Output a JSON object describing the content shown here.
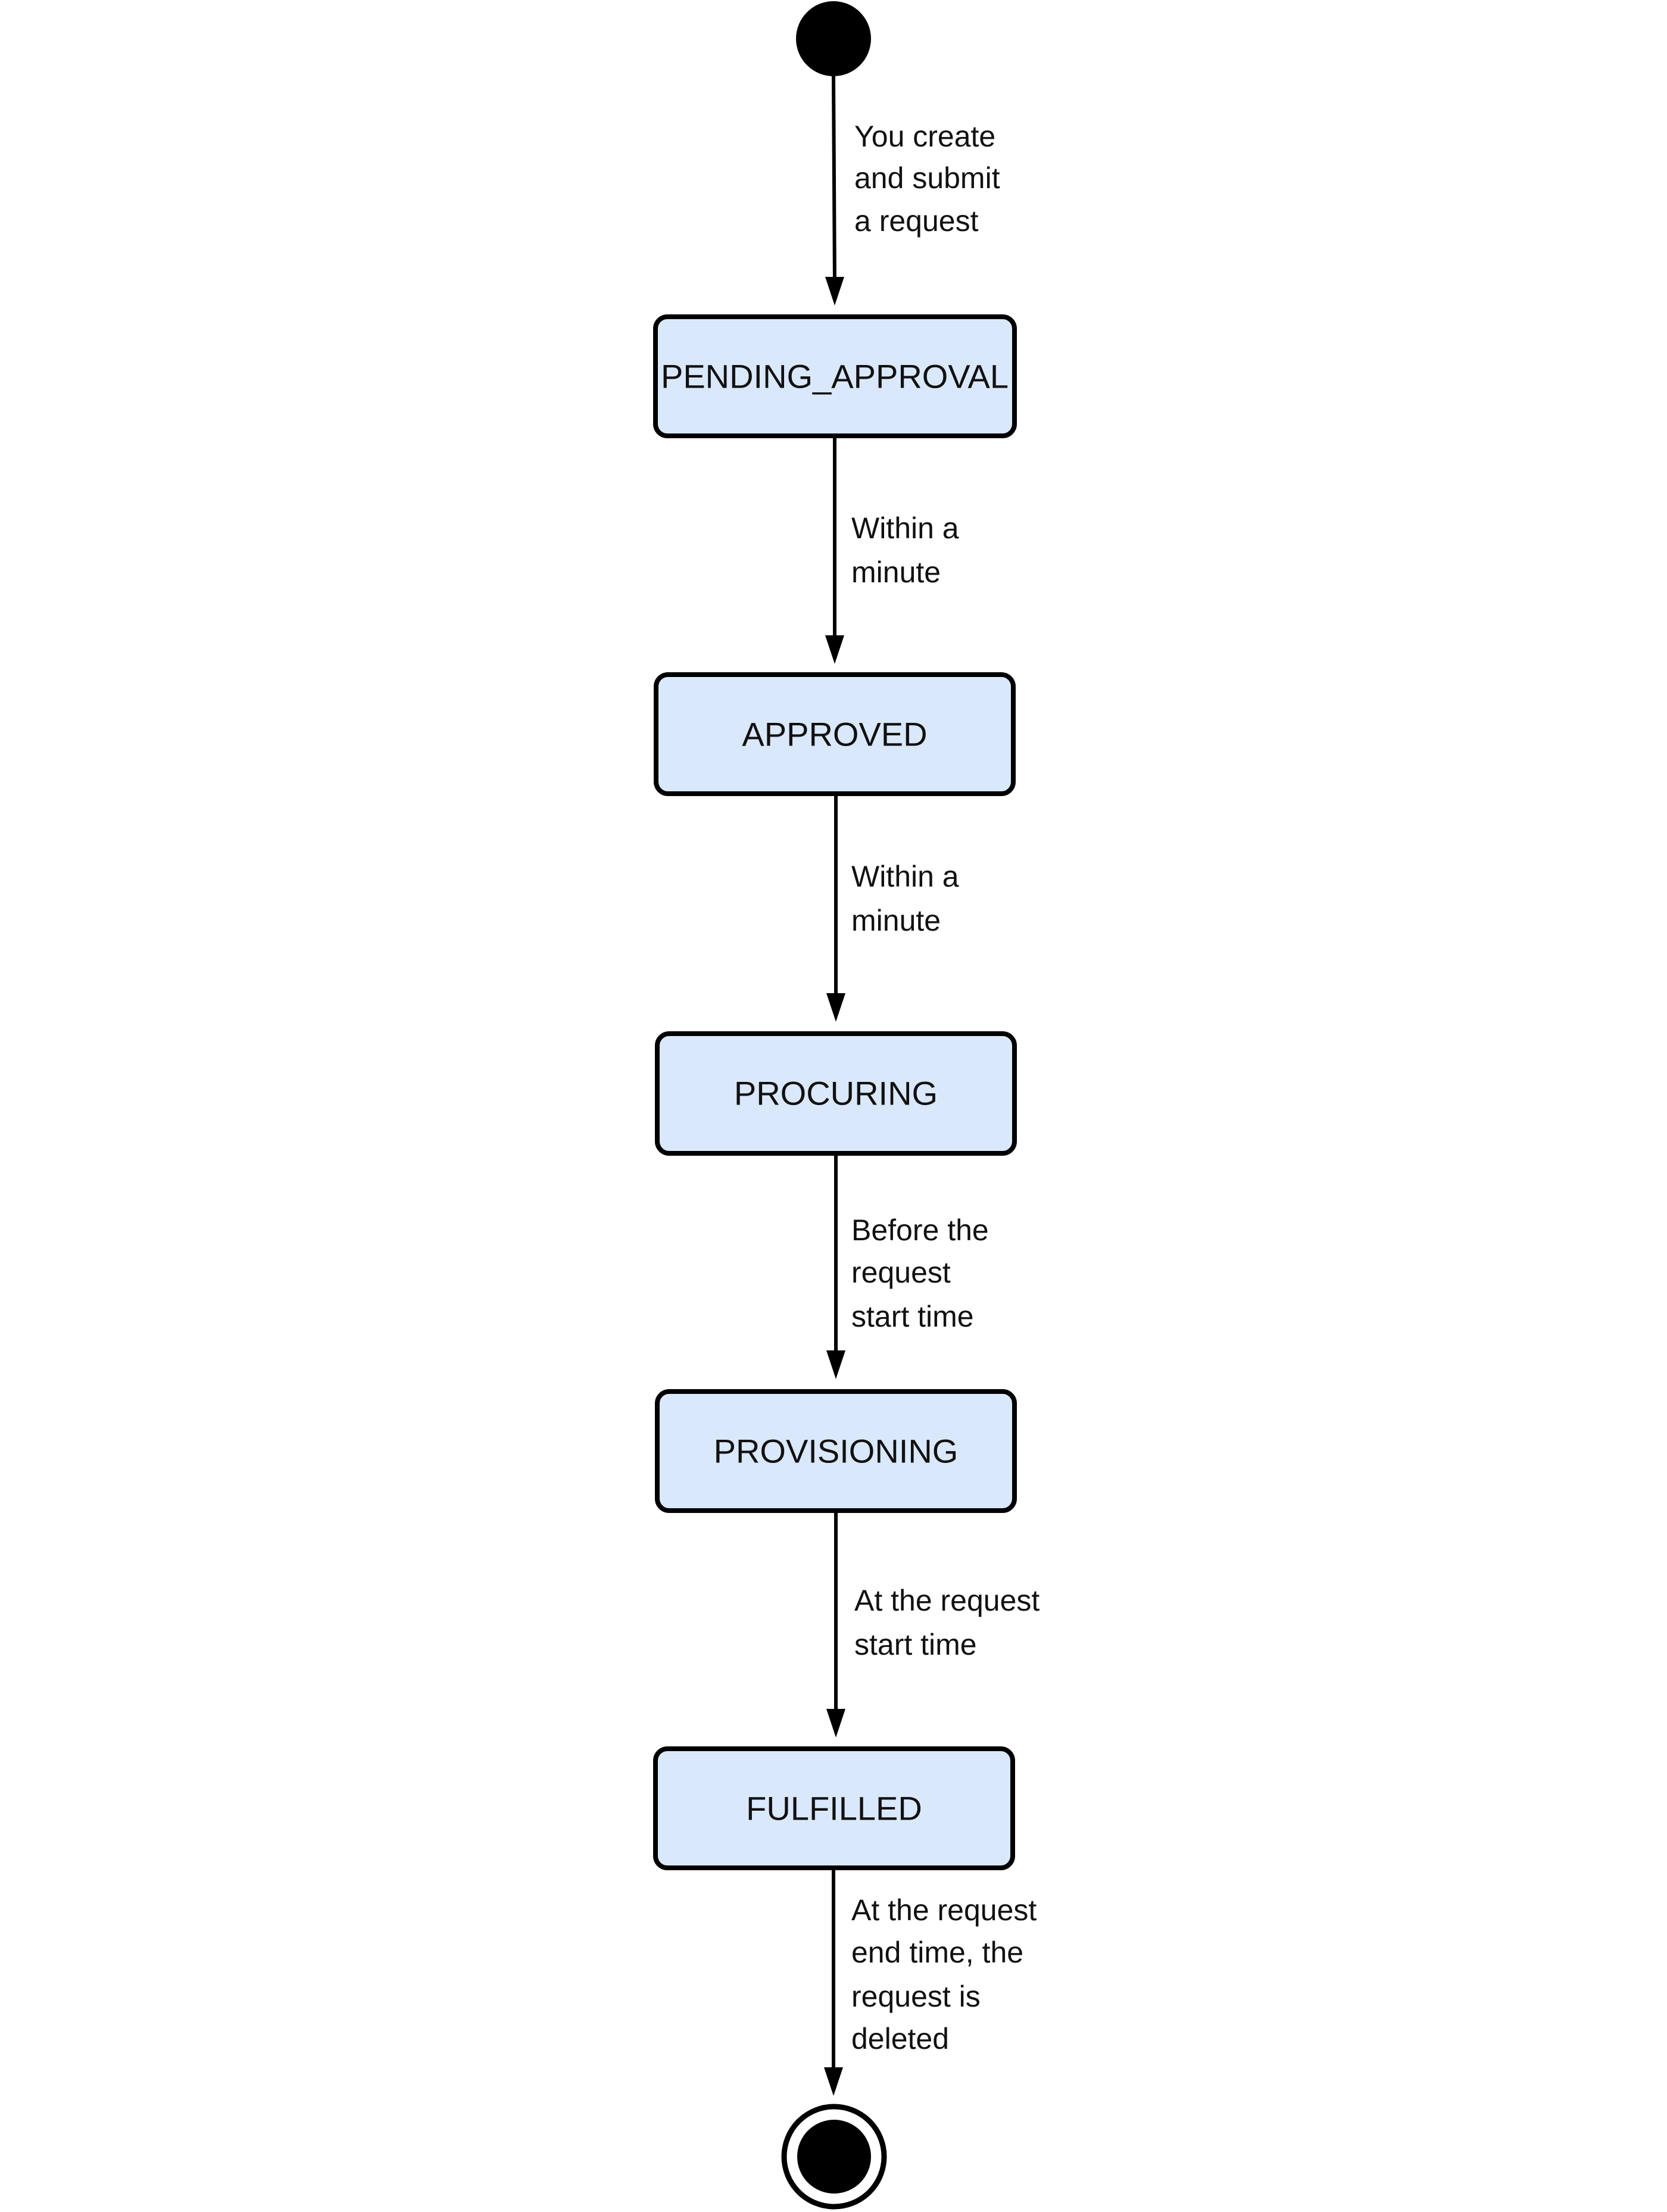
{
  "colors": {
    "state_fill": "#dae8fc",
    "stroke": "#000000",
    "background": "#ffffff"
  },
  "states": [
    {
      "id": "pending_approval",
      "label": "PENDING_APPROVAL"
    },
    {
      "id": "approved",
      "label": "APPROVED"
    },
    {
      "id": "procuring",
      "label": "PROCURING"
    },
    {
      "id": "provisioning",
      "label": "PROVISIONING"
    },
    {
      "id": "fulfilled",
      "label": "FULFILLED"
    }
  ],
  "transitions": [
    {
      "from": "initial",
      "to": "pending_approval",
      "lines": [
        "You create",
        "and submit",
        "a request"
      ]
    },
    {
      "from": "pending_approval",
      "to": "approved",
      "lines": [
        "Within a",
        "minute"
      ]
    },
    {
      "from": "approved",
      "to": "procuring",
      "lines": [
        "Within a",
        "minute"
      ]
    },
    {
      "from": "procuring",
      "to": "provisioning",
      "lines": [
        "Before the",
        "request",
        "start time"
      ]
    },
    {
      "from": "provisioning",
      "to": "fulfilled",
      "lines": [
        "At the request",
        "start time"
      ]
    },
    {
      "from": "fulfilled",
      "to": "final",
      "lines": [
        "At the request",
        "end time, the",
        "request is",
        "deleted"
      ]
    }
  ]
}
